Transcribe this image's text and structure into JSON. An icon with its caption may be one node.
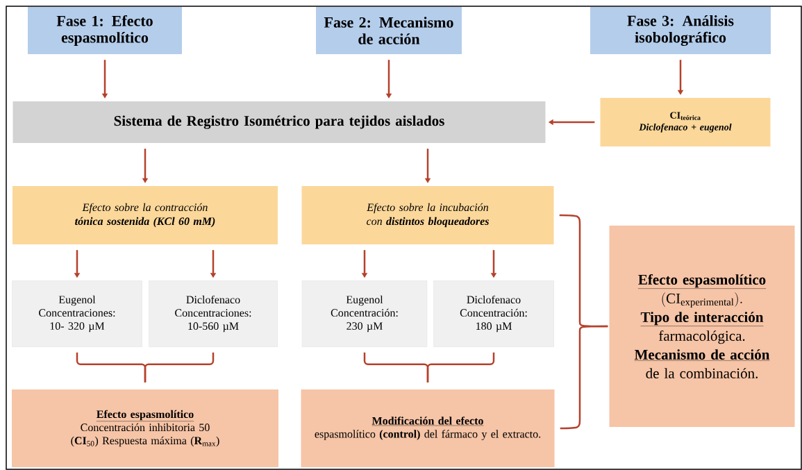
{
  "diagram": {
    "nodes": [
      {
        "text": [
          "Fase 1: Efecto espasmolítico"
        ]
      },
      {
        "text": [
          "Fase 2: Mecanismo de acción"
        ]
      },
      {
        "text": [
          "Fase 3: Análisis isobolográfico"
        ]
      },
      {
        "text": [
          "Sistema de Registro Isométrico para tejidos aislados"
        ]
      },
      {
        "text": [
          "CI$_{teórica}$",
          "Diclofenaco + eugenol"
        ]
      },
      {
        "text": [
          "Efecto sobre la contracción **tónica sostenida (KCl 60 mM)**"
        ]
      },
      {
        "text": [
          "Efecto sobre la incubación con **distintos bloqueadores**"
        ]
      },
      {
        "text": [
          "Eugenol Concentraciones: 10- 320 µM"
        ]
      },
      {
        "text": [
          "Diclofenaco Concentraciones: 10-560 µM"
        ]
      },
      {
        "text": [
          "Eugenol Concentración: 230 µM"
        ]
      },
      {
        "text": [
          "Diclofenaco Concentración: 180 µM"
        ]
      },
      {
        "text": [
          "Efecto espasmolítico",
          "Concentración inhibitoria 50 (**CI**$_{50}$) Respuesta máxima (**R**$_{max}$)"
        ]
      },
      {
        "text": [
          "Modificación del efecto",
          "espasmolítico **(control)** del fármaco y el extracto."
        ]
      },
      {
        "text": [
          "Efecto espasmolítico",
          "(\\mathrm{CI}_{\\mathrm{experimental}}).",
          "Tipo de interacción",
          "farmacológica.",
          "Mecanismo de acción",
          "de la combinación."
        ]
      }
    ],
    "edges": [
      {
        "from": 0,
        "to": 3,
        "arrow": "to"
      },
      {
        "from": 1,
        "to": 3,
        "arrow": "to"
      },
      {
        "from": 2,
        "to": 4,
        "arrow": "to"
      },
      {
        "from": 4,
        "to": 3,
        "arrow": "to"
      },
      {
        "from": 3,
        "to": 5,
        "arrow": "to"
      },
      {
        "from": 3,
        "to": 6,
        "arrow": "to"
      },
      {
        "from": 5,
        "to": 7,
        "arrow": "to"
      },
      {
        "from": 5,
        "to": 8,
        "arrow": "to"
      },
      {
        "from": 6,
        "to": 9,
        "arrow": "to"
      },
      {
        "from": 6,
        "to": 10,
        "arrow": "to"
      },
      {
        "from": 7,
        "to": 11,
        "arrow": "none"
      },
      {
        "from": 8,
        "to": 11,
        "arrow": "none"
      },
      {
        "from": 9,
        "to": 12,
        "arrow": "none"
      },
      {
        "from": 10,
        "to": 12,
        "arrow": "none"
      },
      {
        "from": 6,
        "to": 13,
        "arrow": "none"
      },
      {
        "from": 12,
        "to": 13,
        "arrow": "none"
      }
    ]
  }
}
